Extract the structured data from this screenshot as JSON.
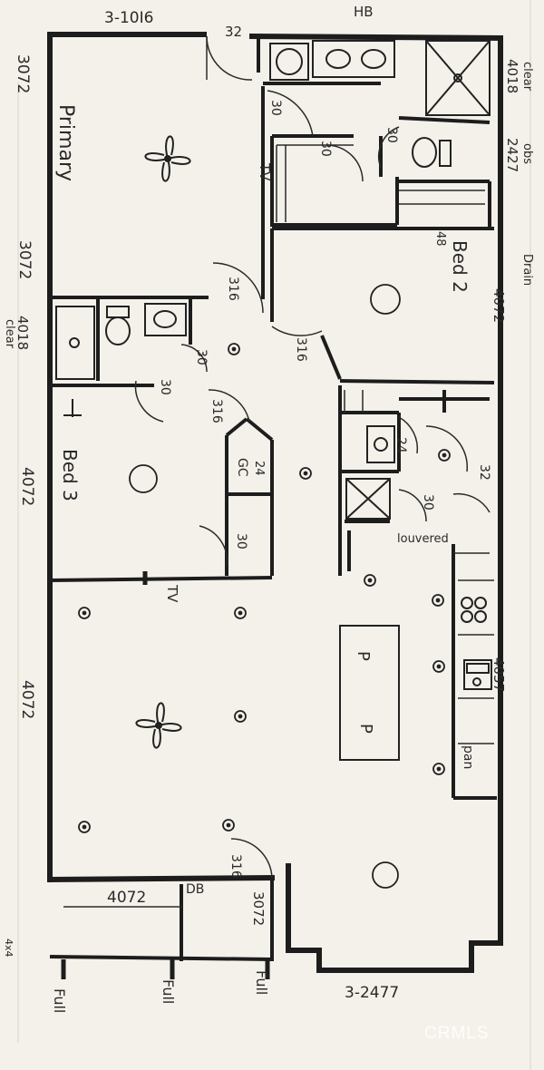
{
  "plan": {
    "window_top_primary": "3-10I6",
    "hb": "HB",
    "door_32_top": "32",
    "left_3072_upper": "3072",
    "left_3072_lower": "3072",
    "primary_label": "Primary",
    "right_4018": "4018",
    "right_clear_top": "clear",
    "right_2427": "2427",
    "right_obs": "obs",
    "door_30_bath": "30",
    "door_30_closet": "30",
    "door_30_wc": "30",
    "tv_primary": "TV",
    "closet_48": "48",
    "bed2_label": "Bed 2",
    "right_4072_bed2": "4072",
    "drain": "Drain",
    "door_316_primary": "316",
    "door_316_bed2": "316",
    "left_4018": "4018",
    "left_clear": "clear",
    "door_30_bath2a": "30",
    "door_30_bath2b": "30",
    "door_316_bed3": "316",
    "door_24_laundry": "24",
    "door_24_gc": "24",
    "gc_label": "GC",
    "door_32_side": "32",
    "door_30_louvered": "30",
    "louvered": "louvered",
    "left_4072_bed3": "4072",
    "bed3_label": "Bed 3",
    "door_30_closet3": "30",
    "tv_living": "TV",
    "island_p1": "P",
    "island_p2": "P",
    "right_4057": "4057",
    "pan": "pan",
    "left_4072_living": "4072",
    "door_316_entry": "316",
    "window_4072_porch": "4072",
    "db": "DB",
    "window_3072_porch": "3072",
    "window_bottom": "3-2477",
    "corner_4x4": "4x4",
    "full_1": "Full",
    "full_2": "Full",
    "full_3": "Full",
    "watermark": "CRMLS"
  }
}
